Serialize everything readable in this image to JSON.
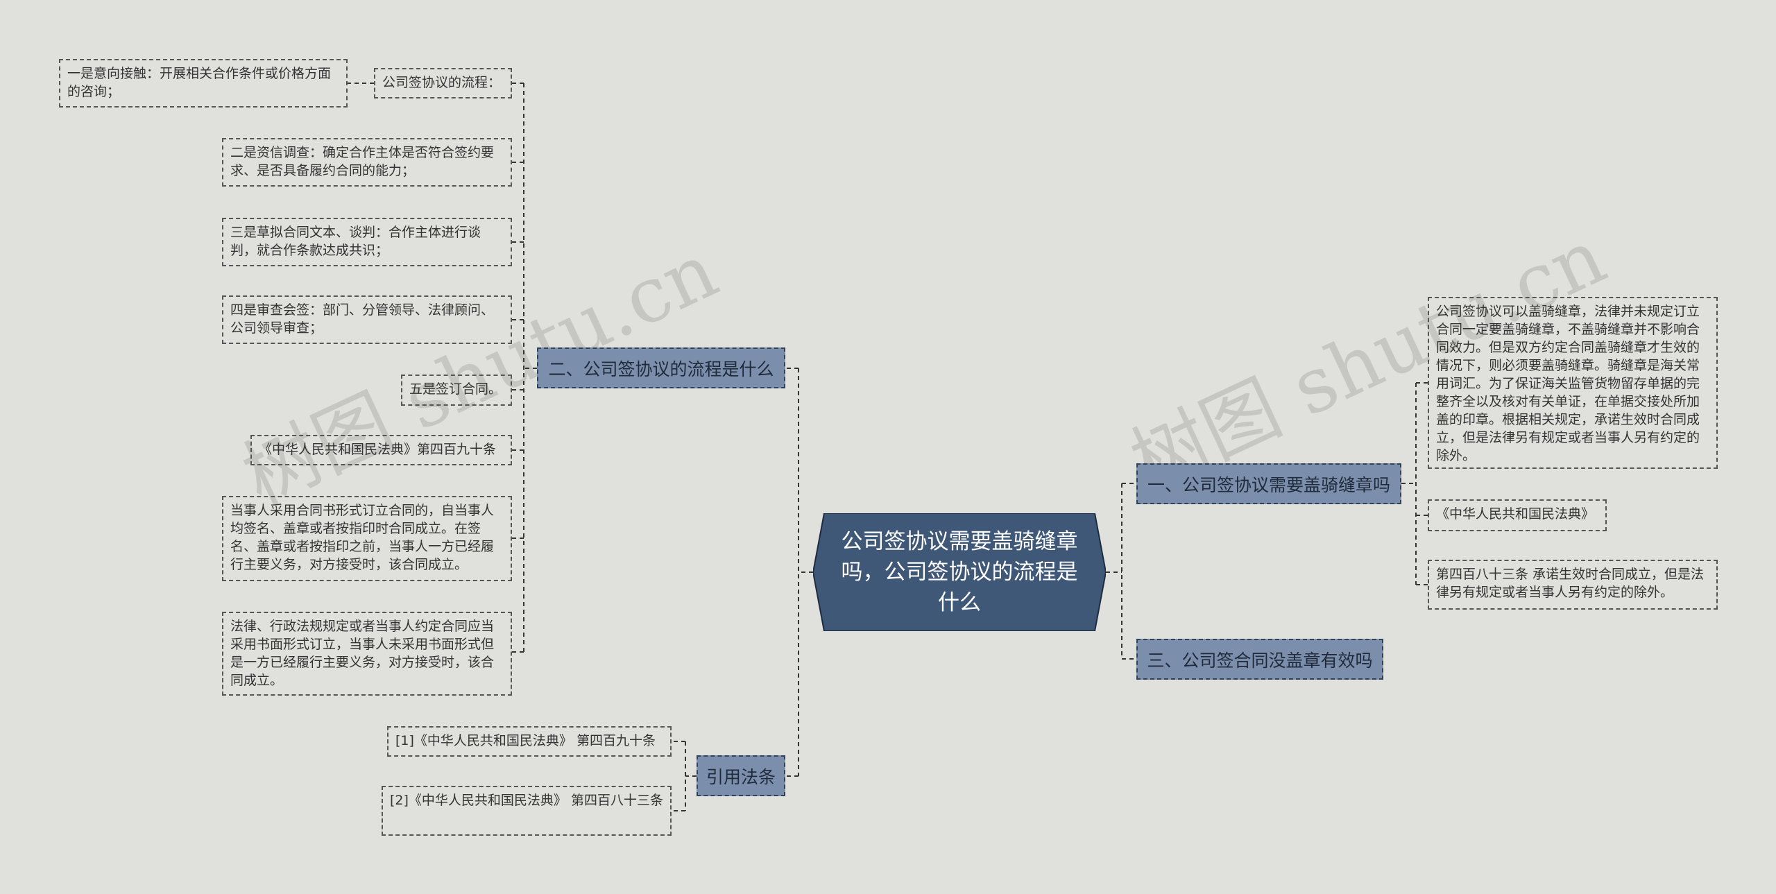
{
  "watermark": "树图 shutu.cn",
  "center": {
    "label": "公司签协议需要盖骑缝章吗，公司签协议的流程是什么"
  },
  "branches": {
    "b2": {
      "label": "二、公司签协议的流程是什么",
      "leaves": [
        "公司签协议的流程：",
        "二是资信调查：确定合作主体是否符合签约要求、是否具备履约合同的能力；",
        "三是草拟合同文本、谈判：合作主体进行谈判，就合作条款达成共识；",
        "四是审查会签：部门、分管领导、法律顾问、公司领导审查；",
        "五是签订合同。",
        "《中华人民共和国民法典》第四百九十条",
        "当事人采用合同书形式订立合同的，自当事人均签名、盖章或者按指印时合同成立。在签名、盖章或者按指印之前，当事人一方已经履行主要义务，对方接受时，该合同成立。",
        "法律、行政法规规定或者当事人约定合同应当采用书面形式订立，当事人未采用书面形式但是一方已经履行主要义务，对方接受时，该合同成立。"
      ],
      "sub": "一是意向接触：开展相关合作条件或价格方面的咨询；"
    },
    "ref": {
      "label": "引用法条",
      "leaves": [
        "[1]《中华人民共和国民法典》 第四百九十条",
        "[2]《中华人民共和国民法典》 第四百八十三条"
      ]
    },
    "b1": {
      "label": "一、公司签协议需要盖骑缝章吗",
      "leaves": [
        "公司签协议可以盖骑缝章，法律并未规定订立合同一定要盖骑缝章，不盖骑缝章并不影响合同效力。但是双方约定合同盖骑缝章才生效的情况下，则必须要盖骑缝章。骑缝章是海关常用词汇。为了保证海关监管货物留存单据的完整齐全以及核对有关单证，在单据交接处所加盖的印章。根据相关规定，承诺生效时合同成立，但是法律另有规定或者当事人另有约定的除外。",
        "《中华人民共和国民法典》",
        "第四百八十三条  承诺生效时合同成立，但是法律另有规定或者当事人另有约定的除外。"
      ]
    },
    "b3": {
      "label": "三、公司签合同没盖章有效吗"
    }
  },
  "colors": {
    "center": "#3f5877",
    "branch": "#7b8eab",
    "background": "#e0e0dc"
  }
}
